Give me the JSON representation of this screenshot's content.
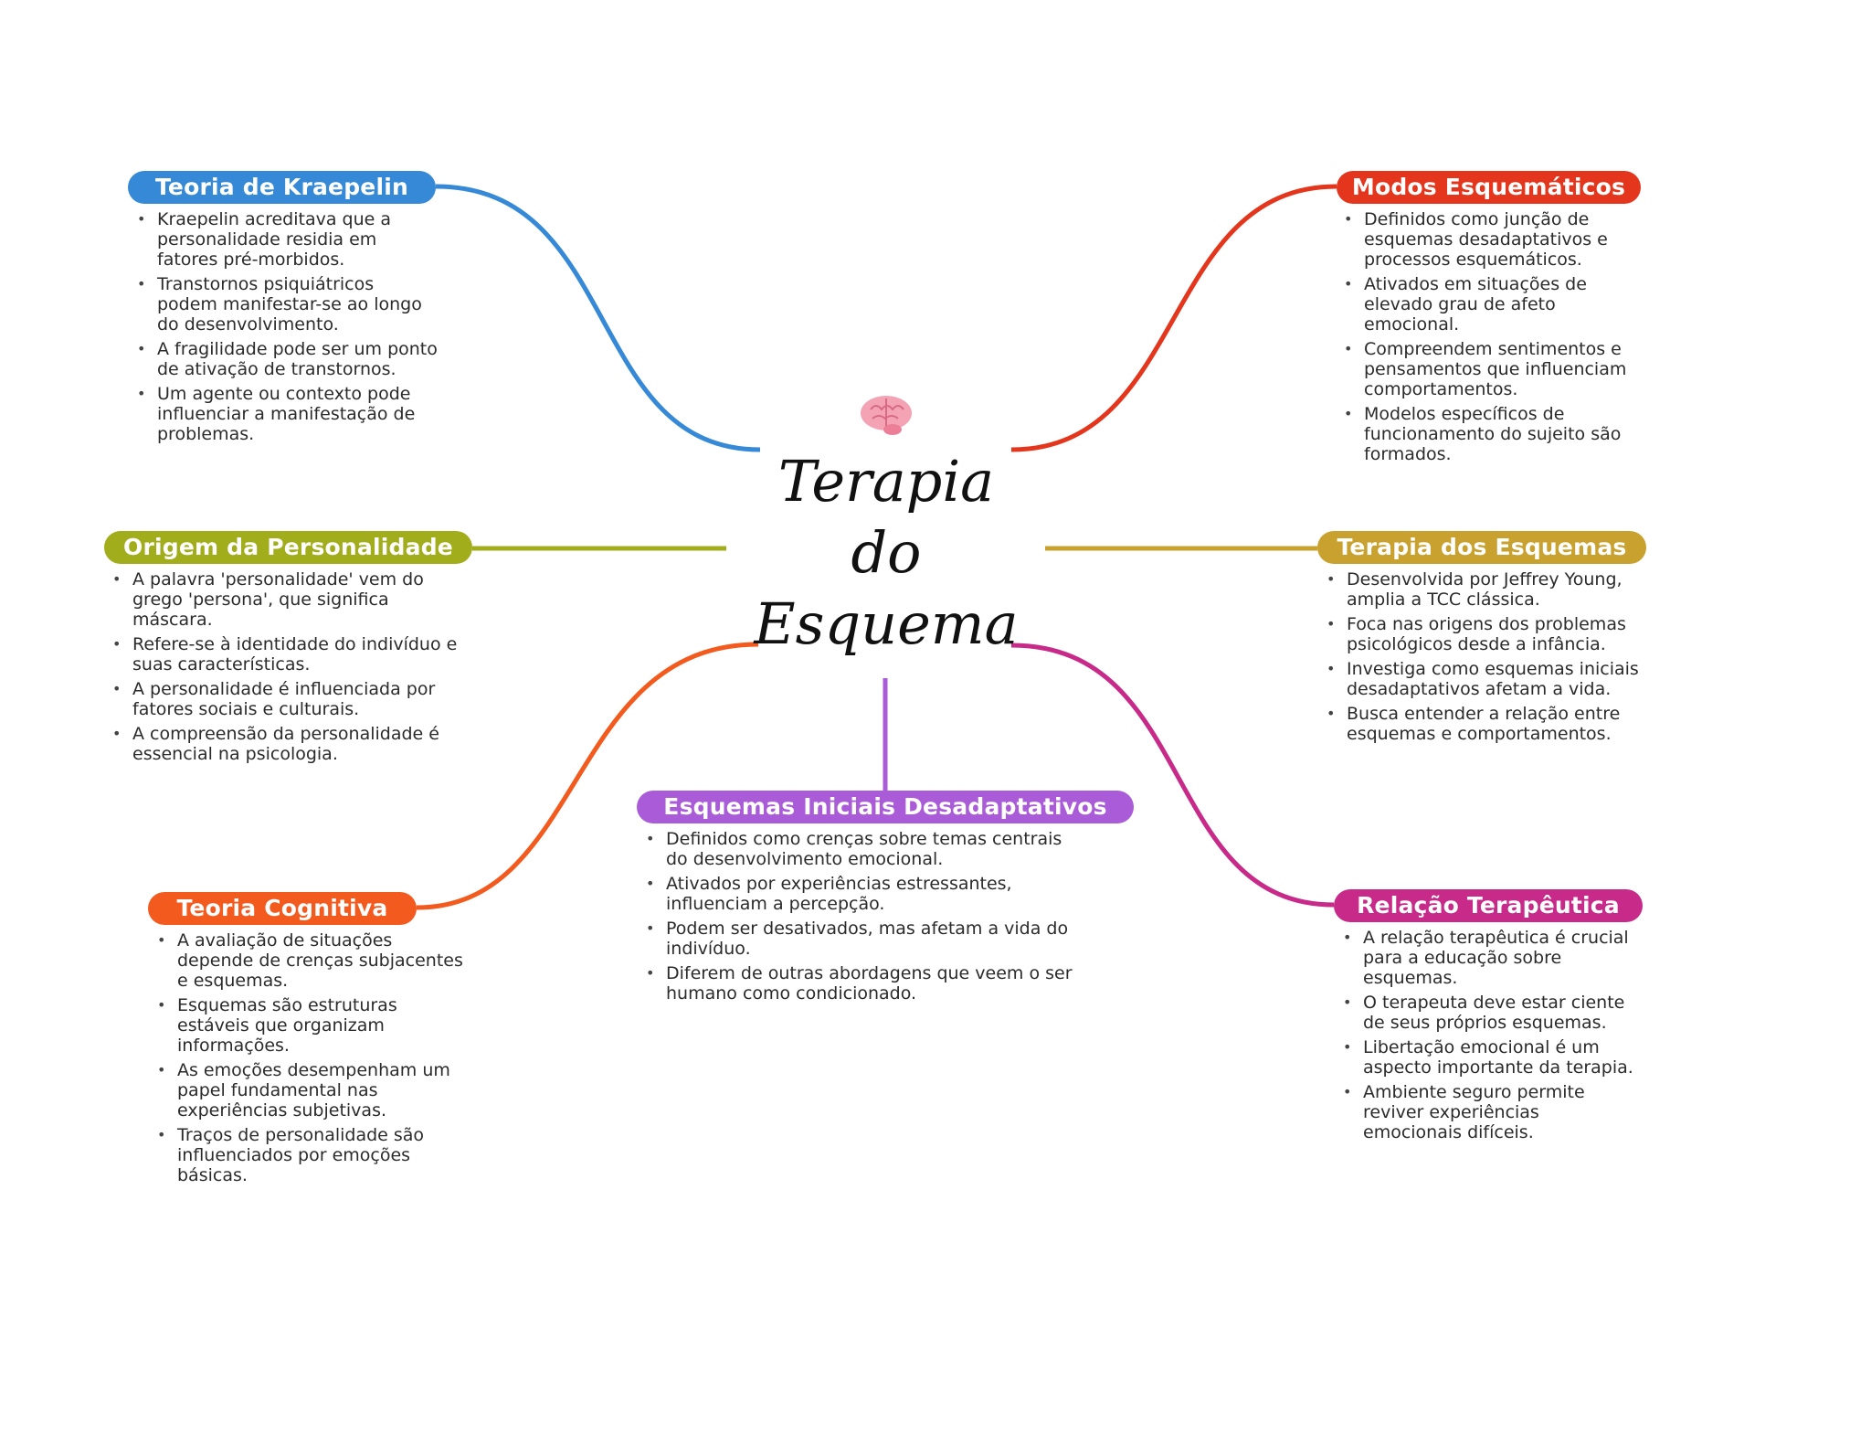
{
  "center": {
    "icon": "brain-icon",
    "title_lines": [
      "Terapia",
      "do",
      "Esquema"
    ]
  },
  "branches": [
    {
      "id": "teoria-de-kraepelin",
      "title": "Teoria de Kraepelin",
      "color": "#3589d6",
      "points": [
        "Kraepelin acreditava que a personalidade residia em fatores pré-morbidos.",
        "Transtornos psiquiátricos podem manifestar-se ao longo do desenvolvimento.",
        "A fragilidade pode ser um ponto de ativação de transtornos.",
        "Um agente ou contexto pode influenciar a manifestação de problemas."
      ]
    },
    {
      "id": "modos-esquematicos",
      "title": "Modos Esquemáticos",
      "color": "#e3361c",
      "points": [
        "Definidos como junção de esquemas desadaptativos e processos esquemáticos.",
        "Ativados em situações de elevado grau de afeto emocional.",
        "Compreendem sentimentos e pensamentos que influenciam comportamentos.",
        "Modelos específicos de funcionamento do sujeito são formados."
      ]
    },
    {
      "id": "origem-da-personalidade",
      "title": "Origem da Personalidade",
      "color": "#a2ad1c",
      "points": [
        "A palavra 'personalidade' vem do grego 'persona', que significa máscara.",
        "Refere-se à identidade do indivíduo e suas características.",
        "A personalidade é influenciada por fatores sociais e culturais.",
        "A compreensão da personalidade é essencial na psicologia."
      ]
    },
    {
      "id": "terapia-dos-esquemas",
      "title": "Terapia dos Esquemas",
      "color": "#c9a12f",
      "points": [
        "Desenvolvida por Jeffrey Young, amplia a TCC clássica.",
        "Foca nas origens dos problemas psicológicos desde a infância.",
        "Investiga como esquemas iniciais desadaptativos afetam a vida.",
        "Busca entender a relação entre esquemas e comportamentos."
      ]
    },
    {
      "id": "teoria-cognitiva",
      "title": "Teoria Cognitiva",
      "color": "#f25a1e",
      "points": [
        "A avaliação de situações depende de crenças subjacentes e esquemas.",
        "Esquemas são estruturas estáveis que organizam informações.",
        "As emoções desempenham um papel fundamental nas experiências subjetivas.",
        "Traços de personalidade são influenciados por emoções básicas."
      ]
    },
    {
      "id": "esquemas-iniciais-desadaptativos",
      "title": "Esquemas Iniciais Desadaptativos",
      "color": "#a95bd8",
      "points": [
        "Definidos como crenças sobre temas centrais do desenvolvimento emocional.",
        "Ativados por experiências estressantes, influenciam a percepção.",
        "Podem ser desativados, mas afetam a vida do indivíduo.",
        "Diferem de outras abordagens que veem o ser humano como condicionado."
      ]
    },
    {
      "id": "relacao-terapeutica",
      "title": "Relação Terapêutica",
      "color": "#c82a8a",
      "points": [
        "A relação terapêutica é crucial para a educação sobre esquemas.",
        "O terapeuta deve estar ciente de seus próprios esquemas.",
        "Libertação emocional é um aspecto importante da terapia.",
        "Ambiente seguro permite reviver experiências emocionais difíceis."
      ]
    }
  ]
}
